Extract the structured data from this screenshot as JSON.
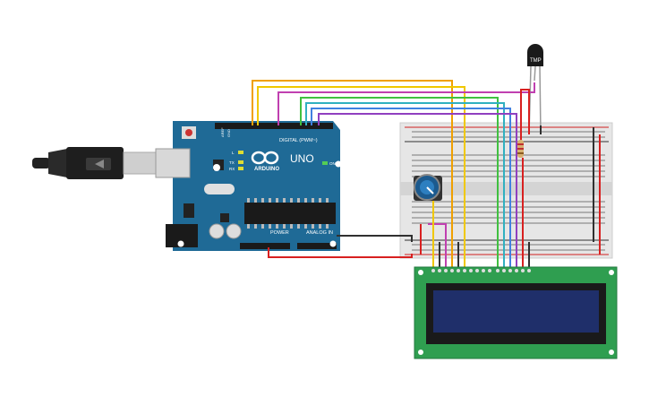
{
  "arduino": {
    "digital_label": "DIGITAL (PWM~)",
    "logo_text": "UNO",
    "brand_text": "ARDUINO",
    "power_label": "POWER",
    "analog_label": "ANALOG IN",
    "on_label": "ON",
    "l_label": "L",
    "tx_label": "TX",
    "rx_label": "RX",
    "aref_label": "AREF",
    "gnd_label": "GND"
  },
  "sensor": {
    "label": "TMP"
  },
  "colors": {
    "board": "#1f6a96",
    "breadboard": "#e6e6e6",
    "lcd_pcb": "#2f9e50",
    "lcd_screen": "#1f2f6a",
    "wire_orange": "#f0a000",
    "wire_yellow": "#f0c800",
    "wire_magenta": "#c040b0",
    "wire_green": "#40c040",
    "wire_teal": "#30b0c0",
    "wire_blue": "#4080e0",
    "wire_purple": "#9040c0",
    "wire_red": "#d82020",
    "wire_black": "#303030"
  }
}
